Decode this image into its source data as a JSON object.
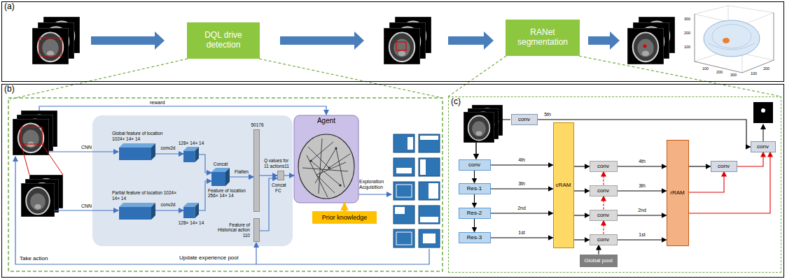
{
  "diagram": {
    "nodes": [
      {
        "text": [
          "(a)"
        ]
      },
      {
        "text": [
          "DQL drive detection"
        ],
        "in": 0
      },
      {
        "text": [
          "RANet segmentation"
        ],
        "in": 0
      },
      {
        "text": [
          "(b)"
        ]
      },
      {
        "text": [
          "Global feature of location 1024× 14× 14"
        ],
        "in": 3
      },
      {
        "text": [
          "128× 14× 14"
        ],
        "in": 3
      },
      {
        "text": [
          "Concat",
          "Feature of location 256× 14× 14"
        ],
        "in": 3
      },
      {
        "text": [
          "Partial feature of location 1024× 14× 14"
        ],
        "in": 3
      },
      {
        "text": [
          "128× 14× 14"
        ],
        "in": 3
      },
      {
        "text": [
          "50176"
        ],
        "in": 3
      },
      {
        "text": [
          "Feature of Historical action 110"
        ],
        "in": 3
      },
      {
        "text": [
          "Q values for 11 actions11"
        ],
        "in": 3
      },
      {
        "text": [
          "Agent"
        ],
        "in": 3
      },
      {
        "text": [
          "Prior knowledge"
        ],
        "in": 3
      },
      {
        "text": [
          "(c)"
        ],
        "in": 3
      },
      {
        "text": [
          "conv"
        ],
        "in": 14
      },
      {
        "text": [
          "conv"
        ],
        "in": 14
      },
      {
        "text": [
          "Res-1"
        ],
        "in": 14
      },
      {
        "text": [
          "Res-2"
        ],
        "in": 14
      },
      {
        "text": [
          "Res-3"
        ],
        "in": 14
      },
      {
        "text": [
          "cRAM"
        ],
        "in": 14
      },
      {
        "text": [
          "conv"
        ],
        "in": 14
      },
      {
        "text": [
          "conv"
        ],
        "in": 14
      },
      {
        "text": [
          "conv"
        ],
        "in": 14
      },
      {
        "text": [
          "conv"
        ],
        "in": 14
      },
      {
        "text": [
          "Global pool"
        ],
        "in": 14
      },
      {
        "text": [
          "rRAM"
        ],
        "in": 14
      },
      {
        "text": [
          "conv"
        ],
        "in": 14
      },
      {
        "text": [
          "conv"
        ],
        "in": 14
      }
    ],
    "edges": [
      {
        "from": 4,
        "to": 5,
        "label": "conv2d",
        "arrow": "to"
      },
      {
        "from": 7,
        "to": 8,
        "label": "conv2d",
        "arrow": "to"
      },
      {
        "from": 5,
        "to": 6,
        "arrow": "to"
      },
      {
        "from": 8,
        "to": 6,
        "arrow": "to"
      },
      {
        "from": 6,
        "to": 9,
        "label": "Flatten",
        "arrow": "to"
      },
      {
        "from": 9,
        "to": 11,
        "arrow": "to"
      },
      {
        "from": 10,
        "to": 11,
        "arrow": "to"
      },
      {
        "from": 11,
        "to": 12,
        "arrow": "to"
      },
      {
        "from": 13,
        "to": 12,
        "arrow": "to"
      },
      {
        "from": 15,
        "to": 28,
        "label": "5th",
        "arrow": "to"
      },
      {
        "from": 16,
        "to": 17,
        "arrow": "to"
      },
      {
        "from": 17,
        "to": 18,
        "arrow": "to"
      },
      {
        "from": 18,
        "to": 19,
        "arrow": "to"
      },
      {
        "from": 16,
        "to": 20,
        "label": "4th",
        "arrow": "to"
      },
      {
        "from": 17,
        "to": 20,
        "label": "3th",
        "arrow": "to"
      },
      {
        "from": 18,
        "to": 20,
        "label": "2nd",
        "arrow": "to"
      },
      {
        "from": 19,
        "to": 20,
        "label": "1st",
        "arrow": "to"
      },
      {
        "from": 20,
        "to": 21,
        "arrow": "to"
      },
      {
        "from": 20,
        "to": 22,
        "arrow": "to"
      },
      {
        "from": 20,
        "to": 23,
        "arrow": "to"
      },
      {
        "from": 20,
        "to": 24,
        "arrow": "to"
      },
      {
        "from": 25,
        "to": 24,
        "arrow": "to"
      },
      {
        "from": 24,
        "to": 23,
        "arrow": "to"
      },
      {
        "from": 23,
        "to": 22,
        "arrow": "to"
      },
      {
        "from": 22,
        "to": 21,
        "arrow": "to"
      },
      {
        "from": 21,
        "to": 26,
        "label": "4th",
        "arrow": "to"
      },
      {
        "from": 22,
        "to": 26,
        "label": "3th",
        "arrow": "to"
      },
      {
        "from": 23,
        "to": 26,
        "label": "2nd",
        "arrow": "to"
      },
      {
        "from": 24,
        "to": 26,
        "label": "1st",
        "arrow": "to"
      },
      {
        "from": 26,
        "to": 27,
        "arrow": "to"
      },
      {
        "from": 27,
        "to": 28,
        "arrow": "to"
      },
      {
        "from": 26,
        "to": 28,
        "arrow": "to"
      },
      {
        "from": 26,
        "to": 27,
        "arrow": "to"
      }
    ],
    "labels": [
      "reward",
      "CNN",
      "CNN",
      "Concat",
      "FC",
      "Take action",
      "Update experience pool",
      "Exploration Acquisition",
      "300",
      "200",
      "100",
      "100",
      "200",
      "300",
      "100",
      "200"
    ]
  }
}
